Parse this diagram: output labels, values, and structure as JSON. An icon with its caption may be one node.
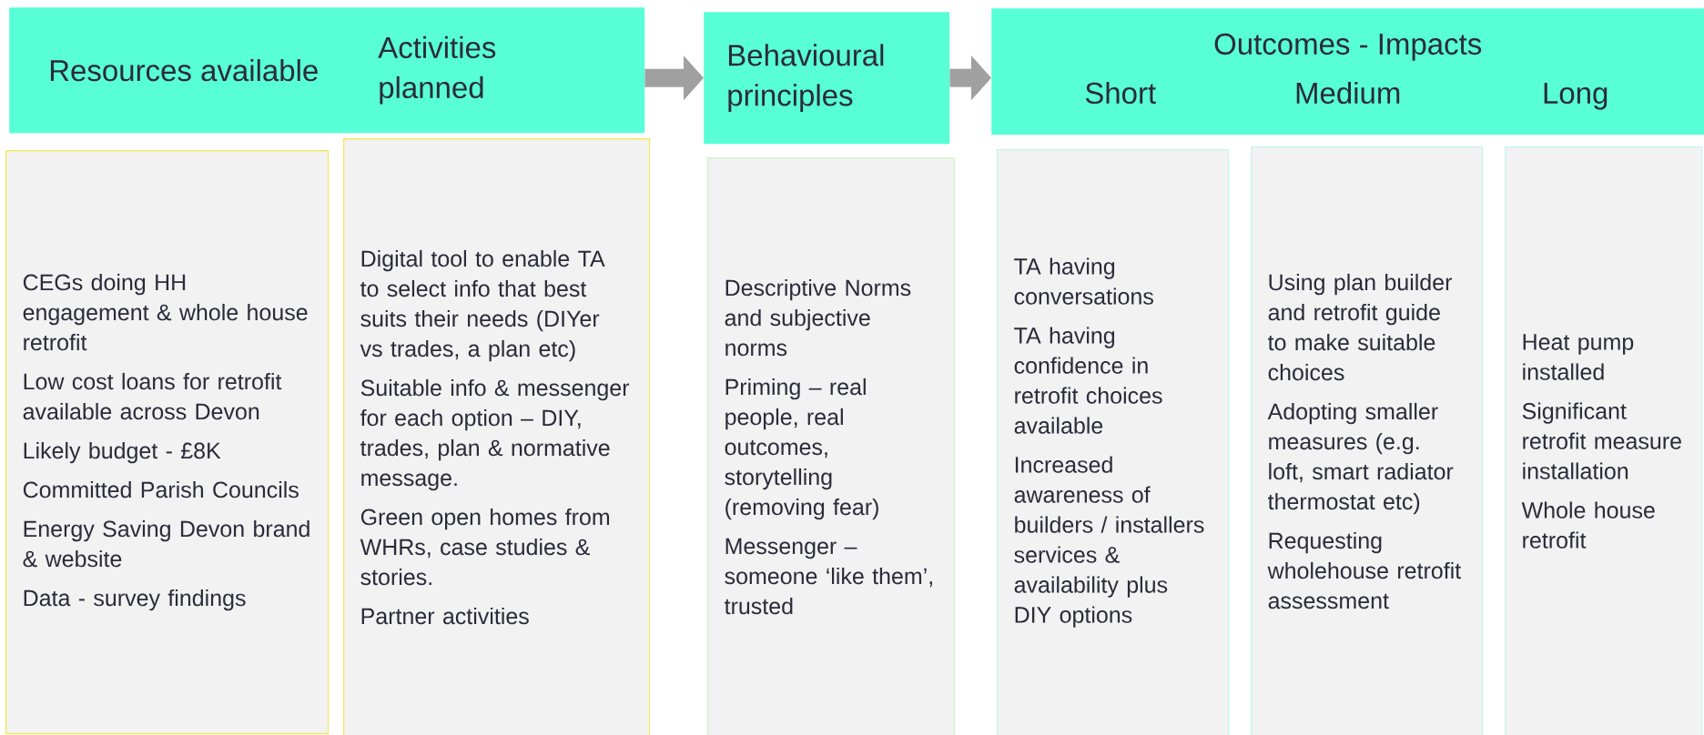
{
  "diagram": {
    "nodes": [
      {
        "text": [
          "Resources available",
          "Activities planned"
        ]
      },
      {
        "text": [
          "Behavioural principles"
        ]
      },
      {
        "text": [
          "Outcomes - Impacts",
          "Short",
          "Medium",
          "Long"
        ]
      },
      {
        "text": [
          "CEGs doing HH engagement & whole house retrofit",
          "Low cost loans for retrofit available across Devon",
          "Likely budget - £8K",
          "Committed Parish Councils",
          "Energy Saving Devon brand & website",
          "Data - survey findings"
        ]
      },
      {
        "text": [
          "Digital tool to enable TA to select info that best suits their needs (DIYer vs trades, a plan etc)",
          "Suitable info & messenger for each option – DIY, trades, plan & normative message.",
          "Green open homes from WHRs, case studies & stories.",
          "Partner activities"
        ]
      },
      {
        "text": [
          "Descriptive Norms and subjective norms",
          "Priming – real people, real outcomes, storytelling (removing fear)",
          "Messenger – someone ‘like them’, trusted"
        ]
      },
      {
        "text": [
          "TA having conversations",
          "TA having confidence in retrofit choices available",
          "Increased awareness of builders / installers services & availability plus DIY options"
        ]
      },
      {
        "text": [
          "Using plan builder and retrofit guide to make suitable choices",
          "Adopting smaller measures (e.g. loft, smart radiator thermostat etc)",
          "Requesting wholehouse retrofit assessment"
        ]
      },
      {
        "text": [
          "Heat pump installed",
          "Significant retrofit measure installation",
          "Whole house retrofit"
        ]
      }
    ],
    "edges": [
      {
        "from": 0,
        "to": 1,
        "arrow": "to"
      },
      {
        "from": 1,
        "to": 2,
        "arrow": "to"
      }
    ]
  }
}
